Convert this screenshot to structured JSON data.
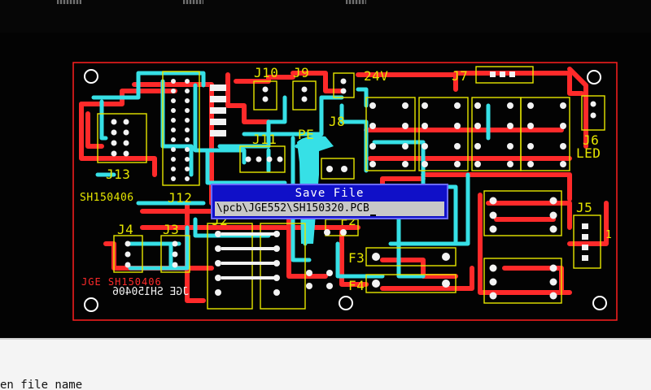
{
  "silkscreen": {
    "j10": "J10",
    "j9": "J9",
    "v24": "24V",
    "j7": "J7",
    "j8": "J8",
    "pe": "PE",
    "j11": "J11",
    "j13": "J13",
    "j12": "J12",
    "j6": "J6",
    "led": "LED",
    "sh_top": "SH150406",
    "j4": "J4",
    "j3": "J3",
    "j2": "J2",
    "f2": "F2",
    "f3": "F3",
    "f4": "F4",
    "j5": "J5",
    "pin1": "1"
  },
  "copper_text": {
    "jge_line": "JGE SH150406",
    "jge_mirror": "JGE SH150406"
  },
  "dialog": {
    "title": "Save File",
    "path": "\\pcb\\JGE552\\SH150320.PCB"
  },
  "status": {
    "text": "en file name"
  },
  "colors": {
    "background": "#030303",
    "board_outline": "#ff2020",
    "trace_top": "#ff2a2a",
    "trace_bottom": "#36e0e6",
    "silkscreen": "#e6e600",
    "pads": "#f2f2f2",
    "dialog_bg": "#1010c8"
  }
}
